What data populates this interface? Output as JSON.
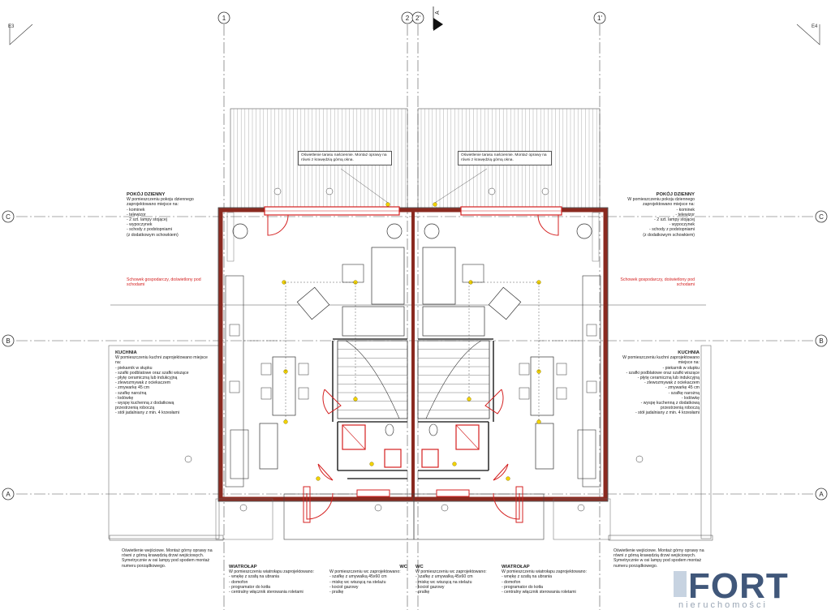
{
  "axes": {
    "vertical": [
      "1",
      "2",
      "2'",
      "1'"
    ],
    "horizontal": [
      "C",
      "B",
      "A"
    ],
    "section_marker": "A",
    "corner_left": "E3",
    "corner_right": "E4"
  },
  "notes": {
    "pokoj_left": {
      "title": "POKÓJ DZIENNY",
      "intro": "W pomieszczeniu pokoju dziennego zaprojektowano miejsce na:",
      "items": [
        "- kominek",
        "- telewizor",
        "- 2 szt. lampy stojącej",
        "- wypoczynek",
        "- schody z podstopniami",
        "(z dodatkowym schowkiem)"
      ]
    },
    "pokoj_right": {
      "title": "POKÓJ DZIENNY",
      "intro": "W pomieszczeniu pokoju dziennego zaprojektowano miejsce na:",
      "items": [
        "- kominek",
        "- telewizor",
        "- 2 szt. lampy stojącej",
        "- wypoczynek",
        "- schody z podstopniami",
        "(z dodatkowym schowkiem)"
      ]
    },
    "schowek_left": "Schowek gospodarczy, doświetlony pod schodami",
    "schowek_right": "Schowek gospodarczy, doświetlony pod schodami",
    "kuchnia_left": {
      "title": "KUCHNIA",
      "intro": "W pomieszczeniu kuchni zaprojektowano miejsce na:",
      "items": [
        "- piekarnik w słupku",
        "- szafki podblatowe oraz szafki wiszące",
        "- płytę ceramiczną lub indukcyjną",
        "- zlewozmywak z ociekaczem",
        "- zmywarkę 45 cm",
        "- szafkę narożną",
        "- lodówkę",
        "- wyspę kuchenną z dodatkową",
        "przestrzenią roboczą",
        "- stół jadalniany z min. 4 krzesłami"
      ]
    },
    "kuchnia_right": {
      "title": "KUCHNIA",
      "intro": "W pomieszczeniu kuchni zaprojektowano miejsce na:",
      "items": [
        "- piekarnik w słupku",
        "- szafki podblatowe oraz szafki wiszące",
        "- płytę ceramiczną lub indukcyjną",
        "- zlewozmywak z ociekaczem",
        "- zmywarkę 45 cm",
        "- szafkę narożną",
        "- lodówkę",
        "- wyspę kuchenną z dodatkową",
        "przestrzenią roboczą",
        "- stół jadalniany z min. 4 krzesłami"
      ]
    },
    "taras_left": "Oświetlenie tarasu naściennie. Montaż oprawy na równi z krawędzią górną okna.",
    "taras_right": "Oświetlenie tarasu naściennie. Montaż oprawy na równi z krawędzią górną okna.",
    "wejscie_left": "Oświetlenie wejściowe. Montaż górny oprawy na równi z górną krawędzią drzwi wejściowych. Symetrycznie w osi lampy pod spodem montaż numeru porządkowego.",
    "wejscie_right": "Oświetlenie wejściowe. Montaż górny oprawy na równi z górną krawędzią drzwi wejściowych. Symetrycznie w osi lampy pod spodem montaż numeru porządkowego.",
    "wiatrolap_left": {
      "title": "WIATROŁAP",
      "intro": "W pomieszczeniu wiatrołapu zaprojektowano:",
      "items": [
        "- wnękę z szafą na ubrania",
        "- domofon",
        "- programator do kotła",
        "- centralny włącznik sterowania roletami"
      ]
    },
    "wiatrolap_right": {
      "title": "WIATROŁAP",
      "intro": "W pomieszczeniu wiatrołapu zaprojektowano:",
      "items": [
        "- wnękę z szafą na ubrania",
        "- domofon",
        "- programator do kotła",
        "- centralny włącznik sterowania roletami"
      ]
    },
    "wc_left": {
      "title": "WC",
      "intro": "W pomieszczeniu wc zaprojektowano:",
      "items": [
        "- szafkę z umywalką 45x60 cm",
        "- miskę wc wiszącą na stelażu",
        "- kocioł gazowy",
        "- pralkę"
      ]
    },
    "wc_right": {
      "title": "WC",
      "intro": "W pomieszczeniu wc zaprojektowano:",
      "items": [
        "- szafkę z umywalką 45x60 cm",
        "- miskę wc wiszącą na stelażu",
        "- kocioł gazowy",
        "- pralkę"
      ]
    }
  },
  "logo": {
    "word": "FORT",
    "sub": "nieruchomości"
  },
  "colors": {
    "line": "#333333",
    "red": "#d42020",
    "yellow": "#f2d200",
    "wall": "#8a2a20",
    "text": "#222222"
  }
}
